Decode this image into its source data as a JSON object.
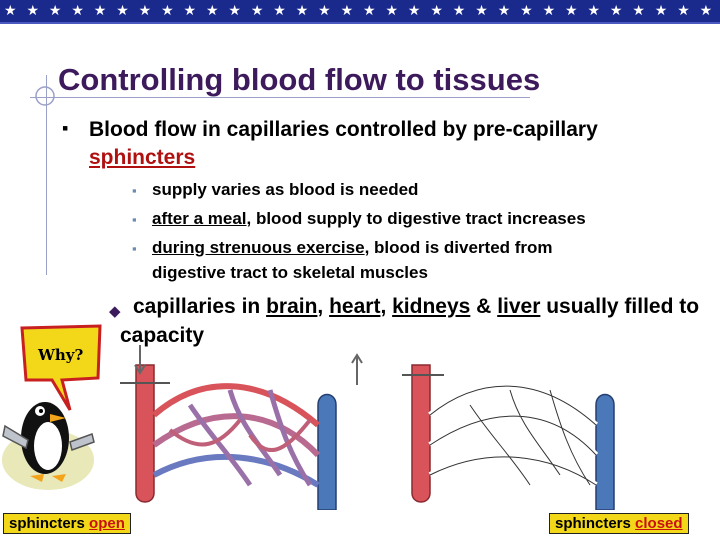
{
  "colors": {
    "topbar": "#1a2a8c",
    "title": "#3d1a5c",
    "accent_red": "#b01010",
    "caption_bg": "#f3d81a",
    "artery": "#d9535a",
    "vein": "#4a78b8"
  },
  "slide": {
    "title": "Controlling blood flow to tissues",
    "bullet1": {
      "text": "Blood flow in capillaries controlled by pre-capillary ",
      "highlight": "sphincters"
    },
    "sub_bullets": [
      {
        "text": "supply varies as blood is needed"
      },
      {
        "underlined": "after a meal",
        "rest": ", blood supply to digestive tract increases"
      },
      {
        "underlined": "during strenuous exercise",
        "rest": ", blood is diverted from",
        "continuation": "digestive tract to skeletal muscles"
      }
    ],
    "bullet3": {
      "lead": "capillaries in ",
      "organs": [
        "brain",
        "heart",
        "kidneys",
        "liver"
      ],
      "sep1": ", ",
      "sep2": ", ",
      "sep3": " & ",
      "tail": " usually filled to capacity"
    },
    "why_label": "Why?",
    "caption_open": {
      "word": "sphincters",
      "state": "open"
    },
    "caption_closed": {
      "word": "sphincters",
      "state": "closed"
    }
  },
  "icons": [
    "bullet-square-icon",
    "bullet-diamond-icon",
    "penguin-mascot-icon",
    "capillary-bed-open",
    "capillary-bed-closed"
  ]
}
